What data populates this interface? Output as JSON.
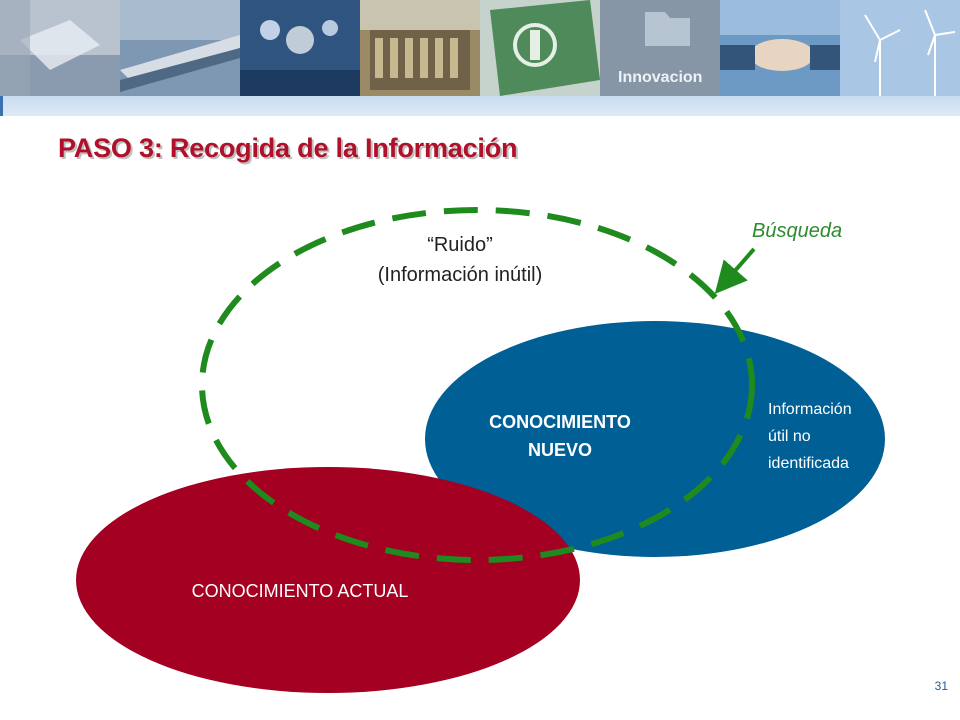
{
  "slide": {
    "title": "PASO 3: Recogida de la Información",
    "page_number": "31"
  },
  "banner": {
    "tiles": [
      {
        "icon": "office-desk-icon",
        "color": "#8a9bb0"
      },
      {
        "icon": "airplane-wing-icon",
        "color": "#5a7a9a"
      },
      {
        "icon": "city-lights-icon",
        "color": "#3b5f88"
      },
      {
        "icon": "building-facade-icon",
        "color": "#7b6a48"
      },
      {
        "icon": "regional-logo-icon",
        "color": "#4f8a5a"
      },
      {
        "icon": "folder-icon",
        "color": "#6b7f92"
      },
      {
        "icon": "handshake-icon",
        "color": "#5f8eb8"
      },
      {
        "icon": "wind-turbines-icon",
        "color": "#8fb3d6"
      }
    ],
    "innovacion_label": "Innovacion"
  },
  "diagram": {
    "conocimiento_actual": {
      "label": "CONOCIMIENTO ACTUAL",
      "color": "#a30022"
    },
    "conocimiento_nuevo": {
      "line1": "CONOCIMIENTO",
      "line2": "NUEVO",
      "color": "#005f95"
    },
    "ruido": {
      "line1": "“Ruido”",
      "line2": "(Información inútil)"
    },
    "informacion_util": {
      "line1": "Información",
      "line2": "útil no",
      "line3": "identificada"
    },
    "busqueda": {
      "label": "Búsqueda",
      "color": "#1f8b1f"
    }
  }
}
